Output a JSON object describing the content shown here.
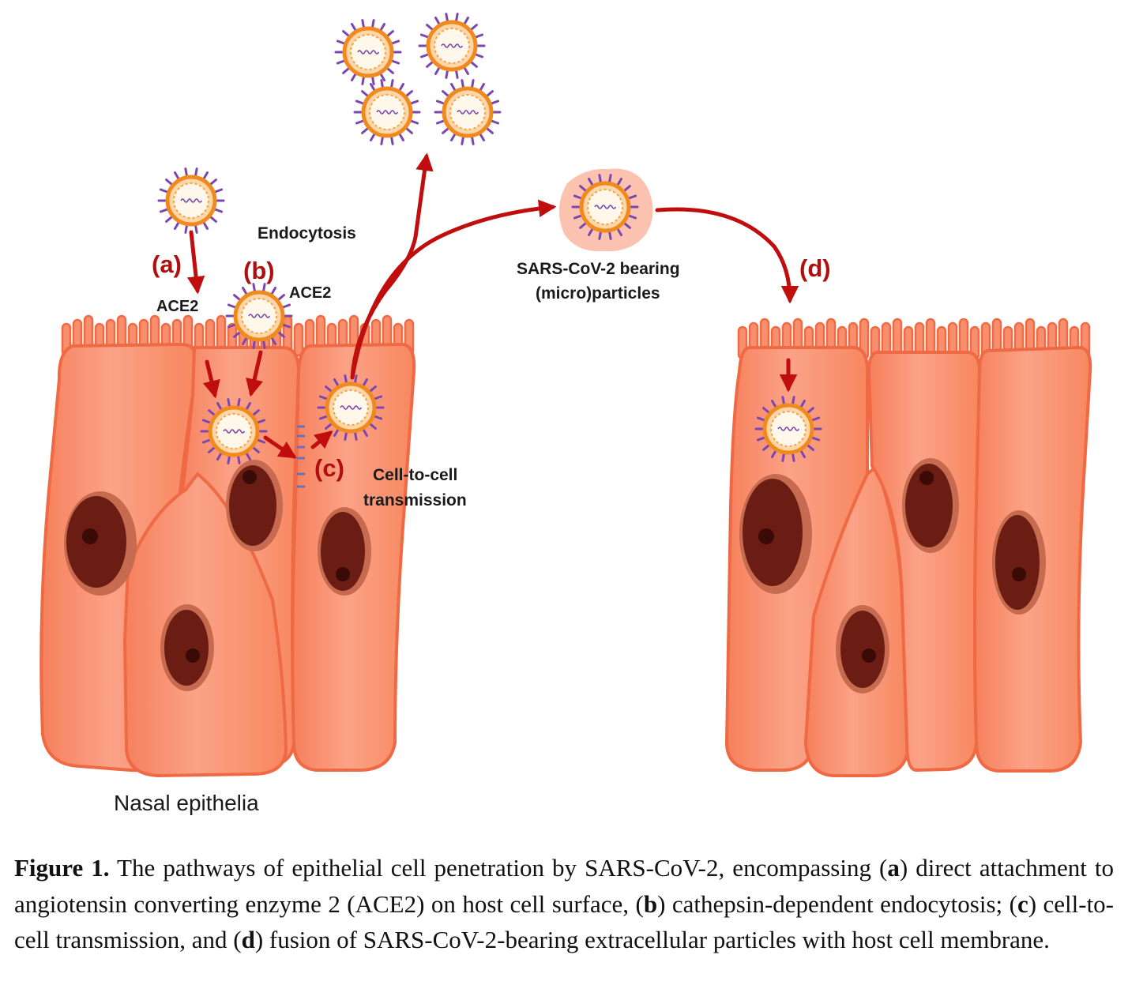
{
  "figure": {
    "labels": {
      "a": "(a)",
      "b": "(b)",
      "c": "(c)",
      "d": "(d)",
      "endocytosis": "Endocytosis",
      "ace2_left": "ACE2",
      "ace2_right": "ACE2",
      "particles_line1": "SARS-CoV-2 bearing",
      "particles_line2": "(micro)particles",
      "cell_to_cell_line1": "Cell-to-cell",
      "cell_to_cell_line2": "transmission",
      "nasal": "Nasal epithelia"
    },
    "colors": {
      "cell_fill": "#f98f6c",
      "cell_outline": "#f06a44",
      "nucleus_outer": "#c66a50",
      "nucleus_inner": "#6b1d13",
      "nucleolus": "#3a0a06",
      "arrow": "#c00d0d",
      "virus_ring": "#f08a1e",
      "virus_spike": "#7a46b0",
      "particle_blob": "#fbc2b0"
    }
  },
  "caption": {
    "label": "Figure 1.",
    "p1": " The pathways of epithelial cell penetration by SARS-CoV-2, encompassing (",
    "a": "a",
    "p2": ") direct attachment to angiotensin converting enzyme 2 (ACE2) on host cell surface, (",
    "b": "b",
    "p3": ") cathepsin-dependent endocytosis; (",
    "c": "c",
    "p4": ") cell-to-cell transmission, and (",
    "d": "d",
    "p5": ") fusion of SARS-CoV-2-bearing extracellular particles with host cell membrane."
  }
}
